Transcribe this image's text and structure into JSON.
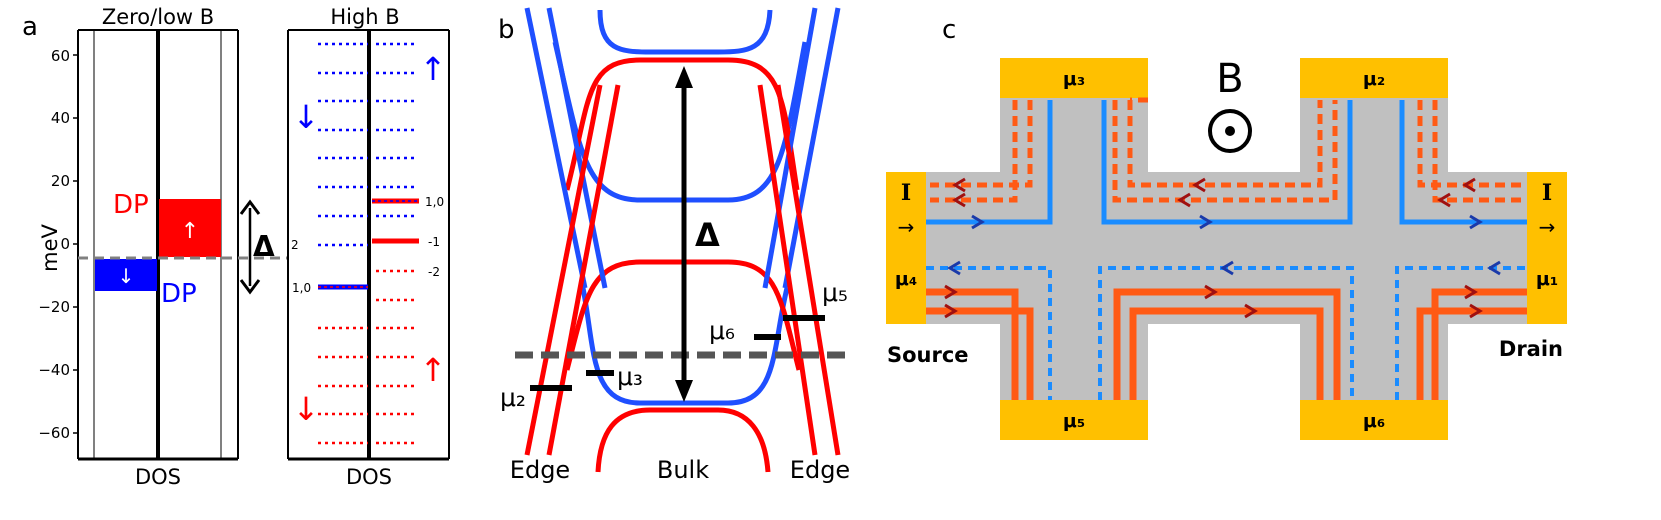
{
  "panel_a": {
    "letter": "a",
    "left_title": "Zero/low B",
    "right_title": "High B",
    "ylabel": "meV",
    "xlabel_left": "DOS",
    "xlabel_right": "DOS",
    "yticks": [
      "60",
      "40",
      "20",
      "0",
      "−20",
      "−40",
      "−60"
    ],
    "dp_upper": "DP",
    "dp_lower": "DP",
    "up_arrow": "↑",
    "down_arrow": "↓",
    "gap_symbol": "Δ",
    "level_labels": {
      "l1": "1,0",
      "l2": "-1",
      "l3": "-2",
      "l4": "2",
      "l5": "1,0"
    },
    "colors": {
      "spin_up": "#ff0000",
      "spin_down": "#0000ff",
      "fermi": "#808080"
    }
  },
  "panel_b": {
    "letter": "b",
    "gap_symbol": "Δ",
    "label_edge_left": "Edge",
    "label_bulk": "Bulk",
    "label_edge_right": "Edge",
    "mu2": "μ₂",
    "mu3": "μ₃",
    "mu5": "μ₅",
    "mu6": "μ₆",
    "colors": {
      "red": "#ff0000",
      "blue": "#1f4fff",
      "dash": "#555555"
    }
  },
  "panel_c": {
    "letter": "c",
    "field_label": "B",
    "field_symbol": "⊙",
    "current_label": "I",
    "current_arrow": "→",
    "source": "Source",
    "drain": "Drain",
    "mu1": "μ₁",
    "mu2": "μ₂",
    "mu3": "μ₃",
    "mu4": "μ₄",
    "mu5": "μ₅",
    "mu6": "μ₆",
    "colors": {
      "contact": "#ffc000",
      "body": "#c0c0c0",
      "orange": "#ff5a14",
      "blue": "#1a8cff",
      "dark_red": "#a01010",
      "dark_blue": "#1a3aaa"
    }
  }
}
